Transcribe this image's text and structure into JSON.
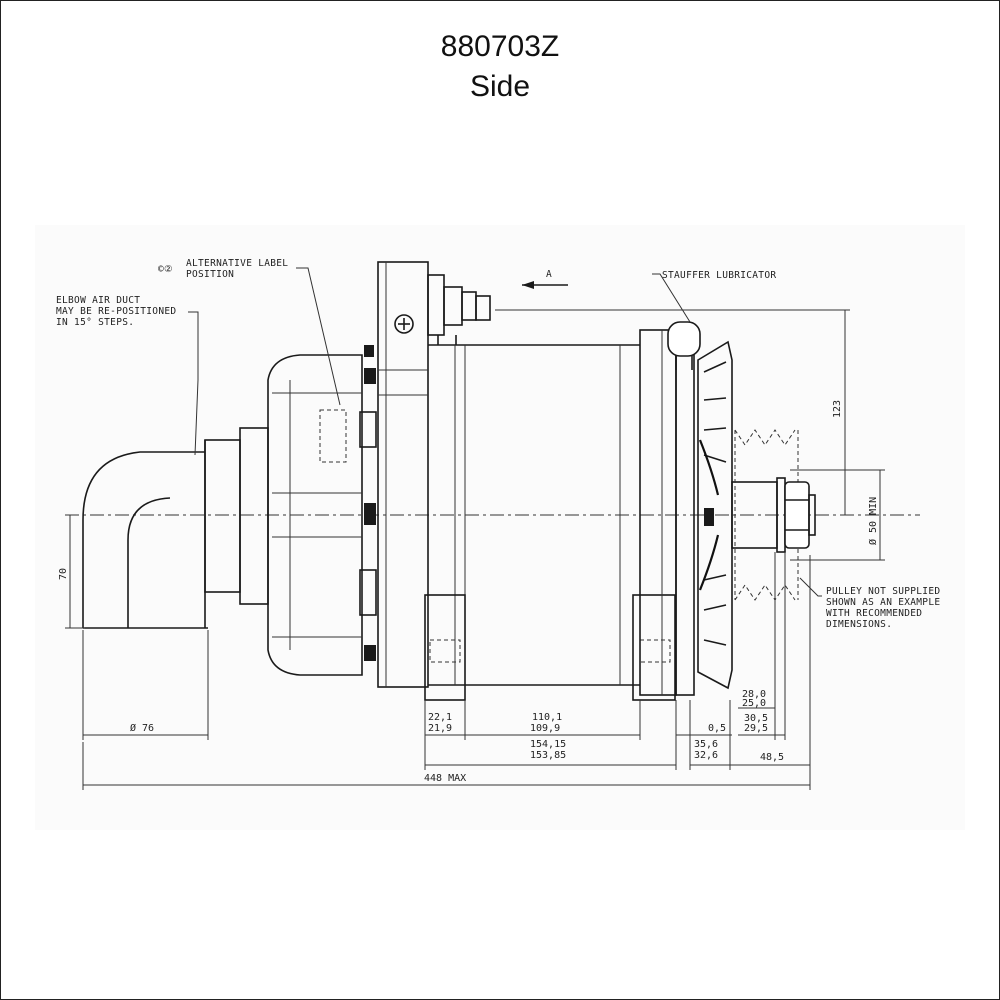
{
  "header": {
    "part_number": "880703Z",
    "view": "Side"
  },
  "annotations": {
    "elbow_1": "ELBOW AIR DUCT",
    "elbow_2": "MAY BE RE-POSITIONED",
    "elbow_3": "IN 15° STEPS.",
    "label_symbol": "©②",
    "label_1": "ALTERNATIVE LABEL",
    "label_2": "POSITION",
    "arrow_a": "A",
    "stauffer": "STAUFFER LUBRICATOR",
    "pulley_1": "PULLEY NOT SUPPLIED",
    "pulley_2": "SHOWN AS AN EXAMPLE",
    "pulley_3": "WITH RECOMMENDED",
    "pulley_4": "DIMENSIONS."
  },
  "dimensions": {
    "d123": "123",
    "d50min": "Ø 50 MIN",
    "d70": "70",
    "d76": "Ø 76",
    "d22_1": "22,1",
    "d21_9": "21,9",
    "d110_1": "110,1",
    "d109_9": "109,9",
    "d0_5": "0,5",
    "d154_15": "154,15",
    "d153_85": "153,85",
    "d35_6": "35,6",
    "d32_6": "32,6",
    "d28_0": "28,0",
    "d25_0": "25,0",
    "d30_5": "30,5",
    "d29_5": "29,5",
    "d48_5": "48,5",
    "d448": "448 MAX"
  }
}
